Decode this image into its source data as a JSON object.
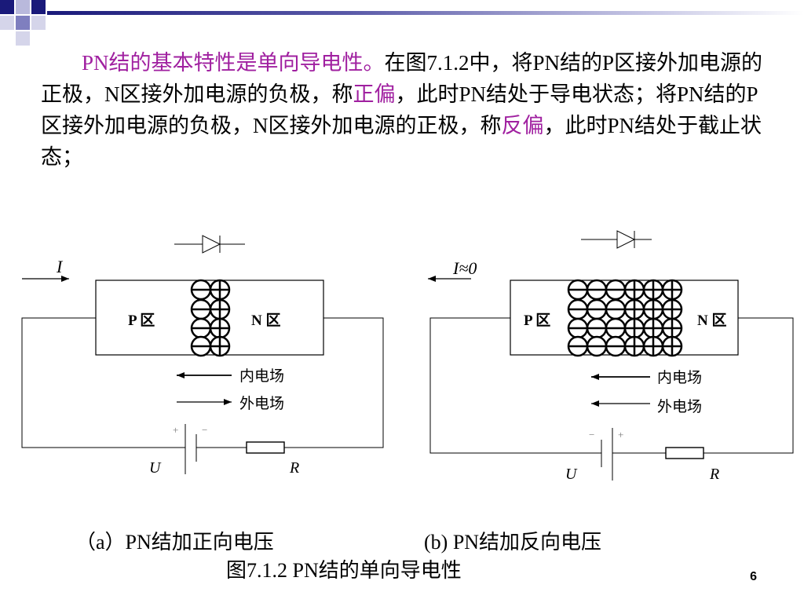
{
  "paragraph": {
    "s1": "PN结的基本特性是单向导电性。",
    "s2": "在图7.1.2中，将PN结的P区接外加电源的正极，N区接外加电源的负极，称",
    "term_forward": "正偏",
    "s3": "，此时PN结处于导电状态；将PN结的P区接外加电源的负极，N区接外加电源的正极，称",
    "term_reverse": "反偏",
    "s4": "，此时PN结处于截止状态；"
  },
  "diagram_a": {
    "current_label": "I",
    "p_label": "P  区",
    "n_label": "N  区",
    "inner_field": "内电场",
    "outer_field": "外电场",
    "u_label": "U",
    "r_label": "R",
    "plus": "+",
    "minus": "−"
  },
  "diagram_b": {
    "current_label": "I≈0",
    "p_label": "P 区",
    "n_label": "N 区",
    "inner_field": "内电场",
    "outer_field": "外电场",
    "u_label": "U",
    "r_label": "R",
    "plus": "+",
    "minus": "−"
  },
  "captions": {
    "a": "（a）PN结加正向电压",
    "b": "(b) PN结加反向电压",
    "figure": "图7.1.2  PN结的单向导电性"
  },
  "page_number": "6",
  "colors": {
    "highlight": "#a020a0",
    "accent_dark": "#1a1a7a"
  }
}
